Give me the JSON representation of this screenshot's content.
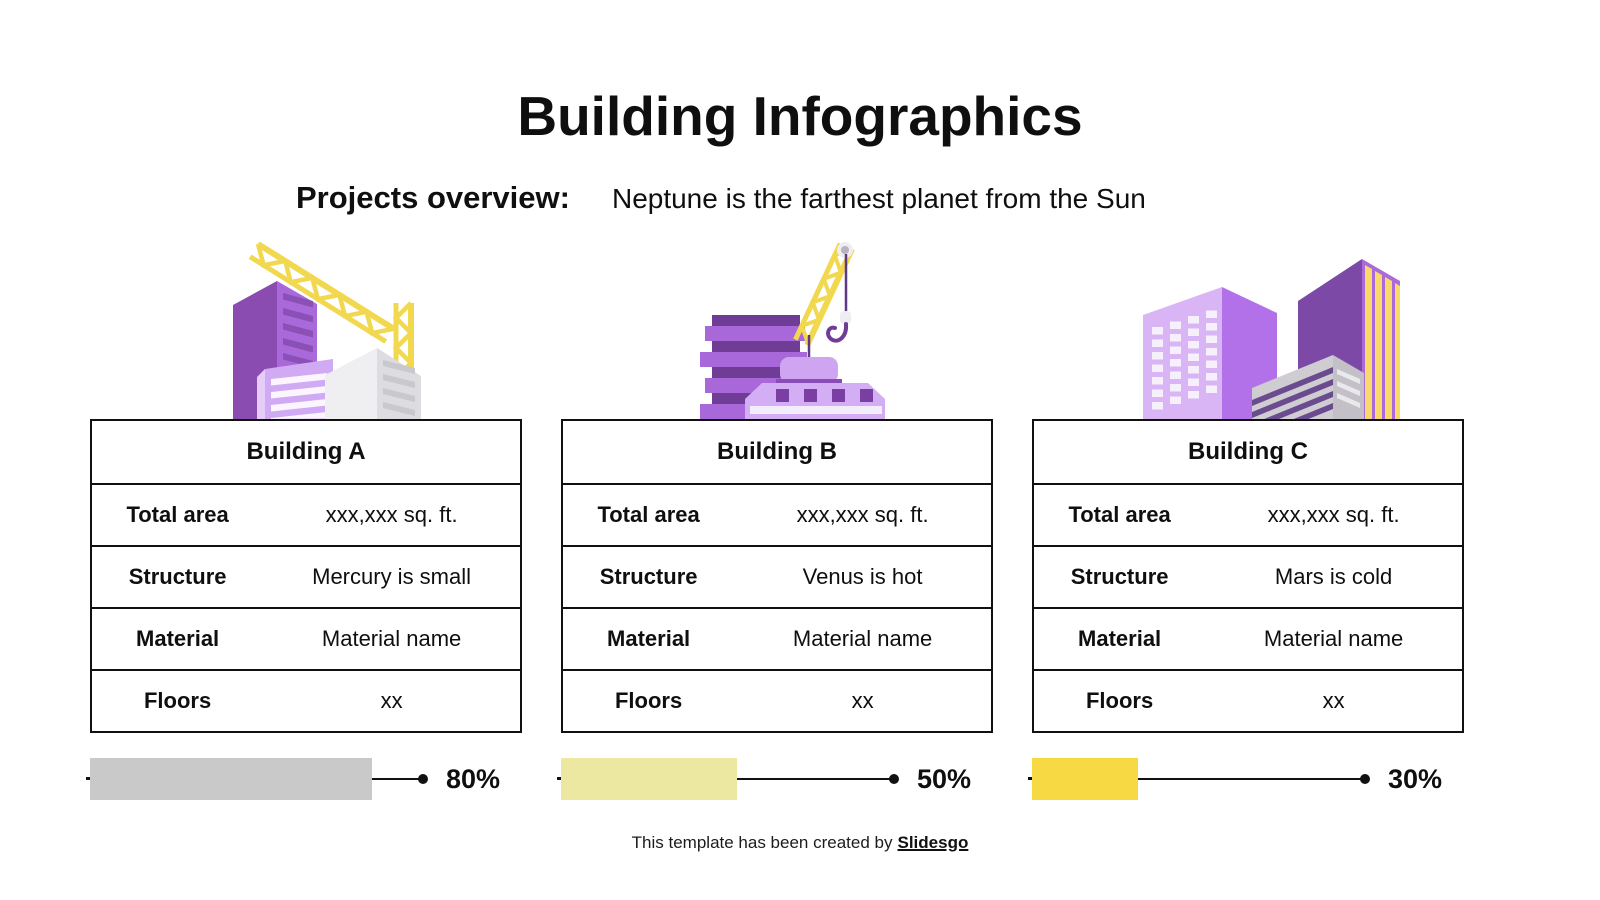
{
  "slide": {
    "title": "Building Infographics",
    "subtitle_label": "Projects overview:",
    "subtitle_text": "Neptune is the farthest planet from the Sun"
  },
  "buildings": [
    {
      "name": "Building A",
      "illustration": "city-towers-with-crane",
      "rows": [
        {
          "label": "Total area",
          "value": "xxx,xxx sq. ft."
        },
        {
          "label": "Structure",
          "value": "Mercury is small"
        },
        {
          "label": "Material",
          "value": "Material name"
        },
        {
          "label": "Floors",
          "value": "xx"
        }
      ],
      "progress": {
        "percent": 80,
        "label": "80%",
        "bar_color": "#c9c9c9"
      }
    },
    {
      "name": "Building B",
      "illustration": "construction-stack-with-crane-hook",
      "rows": [
        {
          "label": "Total area",
          "value": "xxx,xxx sq. ft."
        },
        {
          "label": "Structure",
          "value": "Venus is hot"
        },
        {
          "label": "Material",
          "value": "Material name"
        },
        {
          "label": "Floors",
          "value": "xx"
        }
      ],
      "progress": {
        "percent": 50,
        "label": "50%",
        "bar_color": "#ece8a2"
      }
    },
    {
      "name": "Building C",
      "illustration": "three-city-towers",
      "rows": [
        {
          "label": "Total area",
          "value": "xxx,xxx sq. ft."
        },
        {
          "label": "Structure",
          "value": "Mars is cold"
        },
        {
          "label": "Material",
          "value": "Material name"
        },
        {
          "label": "Floors",
          "value": "xx"
        }
      ],
      "progress": {
        "percent": 30,
        "label": "30%",
        "bar_color": "#f6d943"
      }
    }
  ],
  "footer": {
    "text": "This template has been created by",
    "brand": "Slidesgo"
  },
  "colors": {
    "purple_dark": "#7c4aa6",
    "purple": "#a868d9",
    "purple_light": "#d0aaf3",
    "lavender": "#dab5f6",
    "crane_yellow": "#f1d84f",
    "gray_light": "#efeef1",
    "gray": "#dddce0",
    "bar_gray": "#c9c9c9",
    "bar_pale_yellow": "#ece8a2",
    "bar_yellow": "#f6d943",
    "text": "#0f0f0f"
  }
}
